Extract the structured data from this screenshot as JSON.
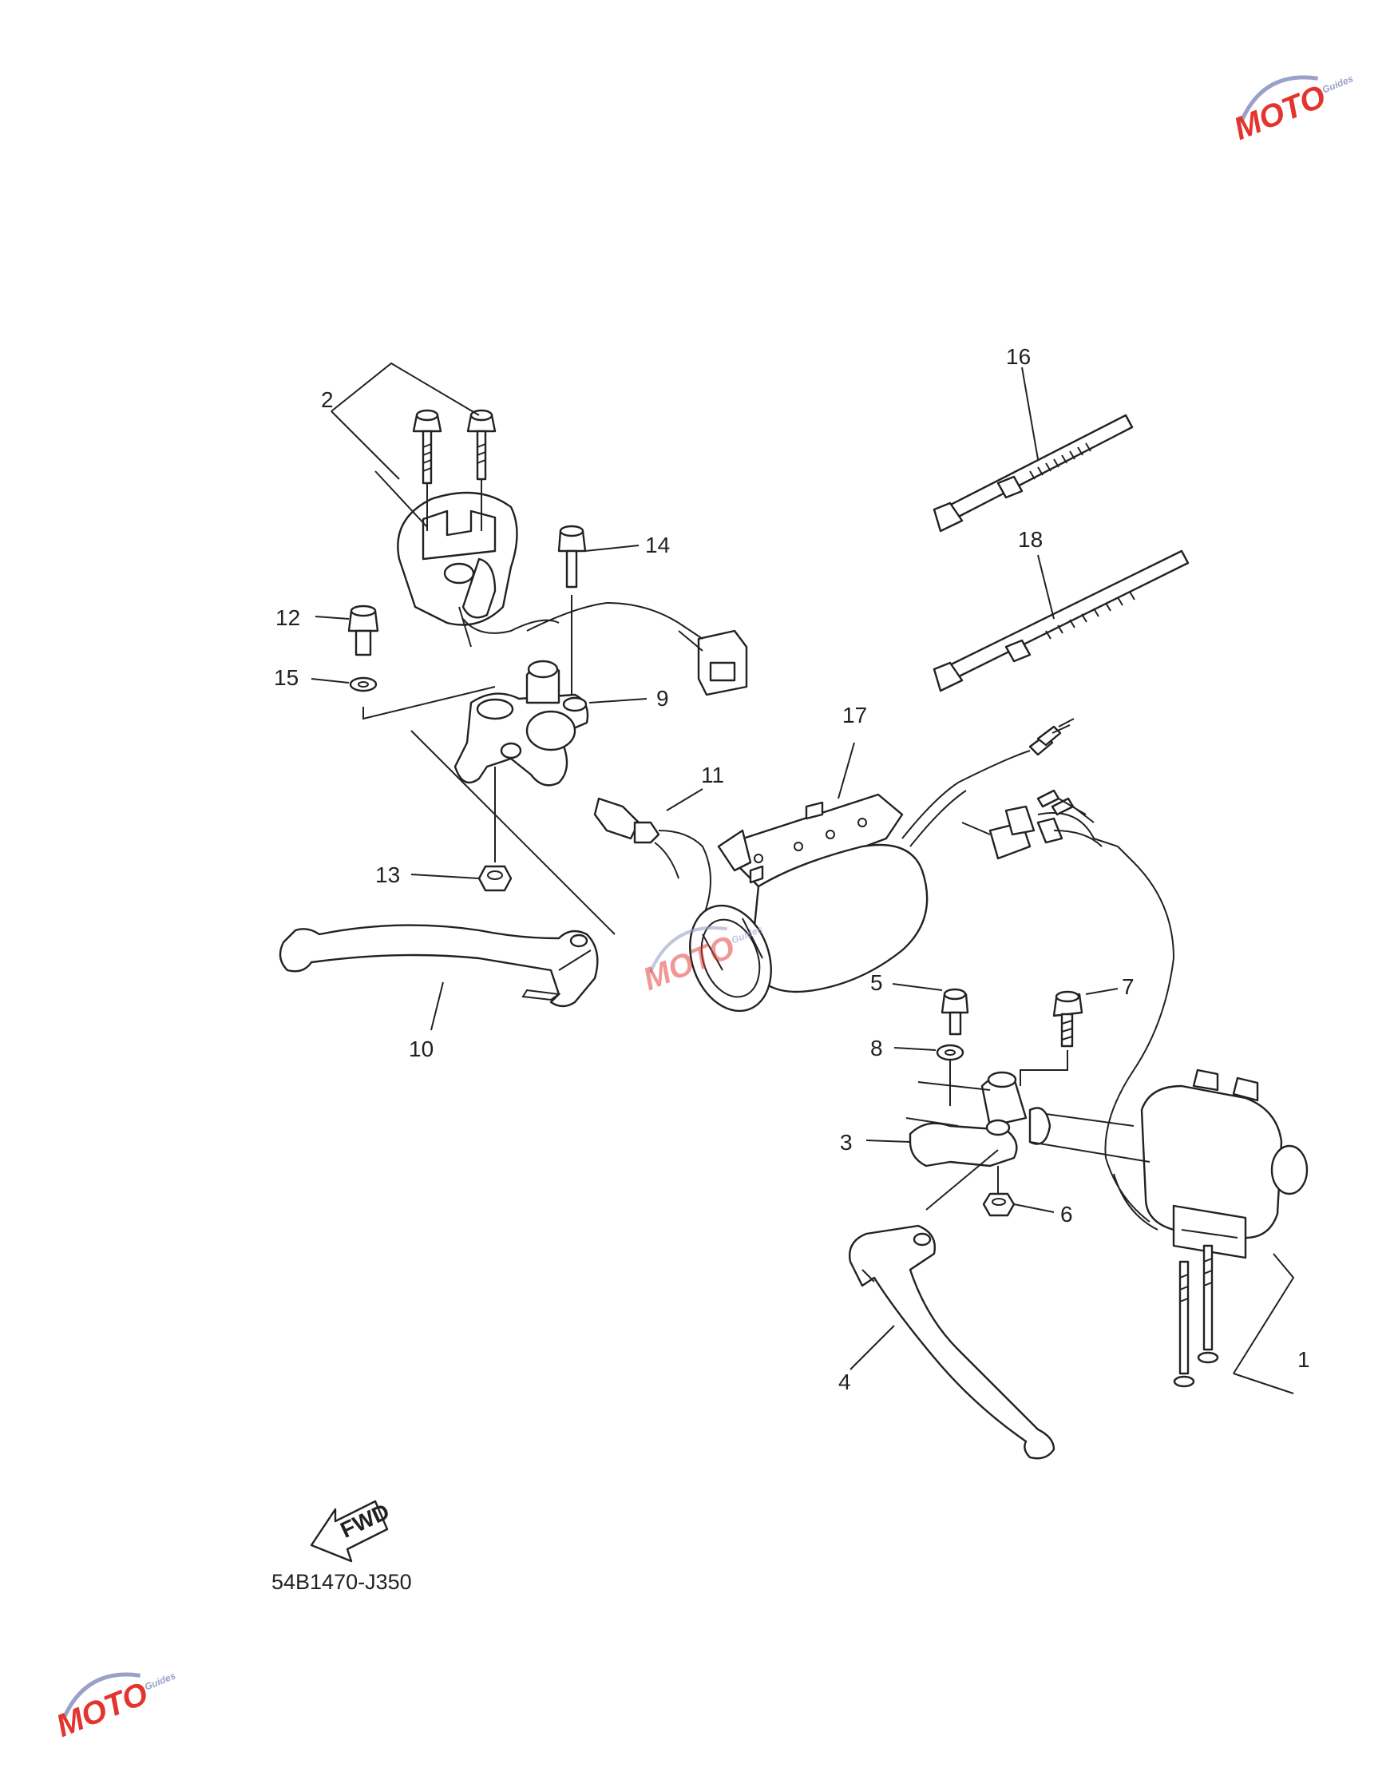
{
  "diagram": {
    "drawing_code": "54B1470-J350",
    "fwd_label": "FWD",
    "callouts": [
      {
        "id": "1",
        "label": "1"
      },
      {
        "id": "2",
        "label": "2"
      },
      {
        "id": "3",
        "label": "3"
      },
      {
        "id": "4",
        "label": "4"
      },
      {
        "id": "5",
        "label": "5"
      },
      {
        "id": "6",
        "label": "6"
      },
      {
        "id": "7",
        "label": "7"
      },
      {
        "id": "8",
        "label": "8"
      },
      {
        "id": "9",
        "label": "9"
      },
      {
        "id": "10",
        "label": "10"
      },
      {
        "id": "11",
        "label": "11"
      },
      {
        "id": "12",
        "label": "12"
      },
      {
        "id": "13",
        "label": "13"
      },
      {
        "id": "14",
        "label": "14"
      },
      {
        "id": "15",
        "label": "15"
      },
      {
        "id": "16",
        "label": "16"
      },
      {
        "id": "17",
        "label": "17"
      },
      {
        "id": "18",
        "label": "18"
      }
    ]
  },
  "watermark": {
    "text": "MOTO",
    "subtext": "Guides",
    "colors": {
      "primary": "#e3342f",
      "secondary": "#9aa0c8"
    }
  }
}
